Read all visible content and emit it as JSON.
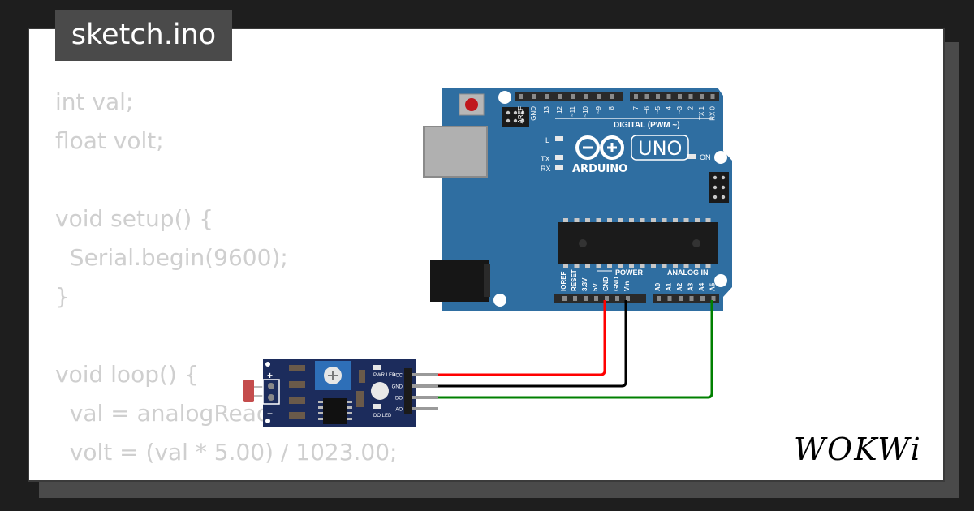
{
  "window": {
    "title": "sketch.ino"
  },
  "code": {
    "lines": [
      "int val;",
      "float volt;",
      "",
      "void setup() {",
      "  Serial.begin(9600);",
      "}",
      "",
      "void loop() {",
      "  val = analogRead(A5);",
      "  volt = (val * 5.00) / 1023.00;"
    ]
  },
  "board": {
    "logo_text": "ARDUINO",
    "model_text": "UNO",
    "digital_label": "DIGITAL (PWM ~)",
    "power_label": "POWER",
    "analog_label": "ANALOG IN",
    "on_label": "ON",
    "l_label": "L",
    "tx_label": "TX",
    "rx_label": "RX",
    "top_pins": [
      "AREF",
      "GND",
      "13",
      "12",
      "~11",
      "~10",
      "~9",
      "8",
      "7",
      "~6",
      "~5",
      "4",
      "~3",
      "2",
      "TX 1",
      "RX 0"
    ],
    "power_pins": [
      "IOREF",
      "RESET",
      "3.3V",
      "5V",
      "GND",
      "GND",
      "Vin"
    ],
    "analog_pins": [
      "A0",
      "A1",
      "A2",
      "A3",
      "A4",
      "A5"
    ]
  },
  "sensor": {
    "plus_label": "+",
    "minus_label": "−",
    "pwr_led_label": "PWR LED",
    "do_led_label": "DO LED",
    "pins": [
      "VCC",
      "GND",
      "DO",
      "AO"
    ]
  },
  "brand": {
    "logo_text": "WOKWi"
  },
  "colors": {
    "board": "#2f6ea1",
    "wire_vcc": "#ff0000",
    "wire_gnd": "#000000",
    "wire_signal": "#008000"
  }
}
